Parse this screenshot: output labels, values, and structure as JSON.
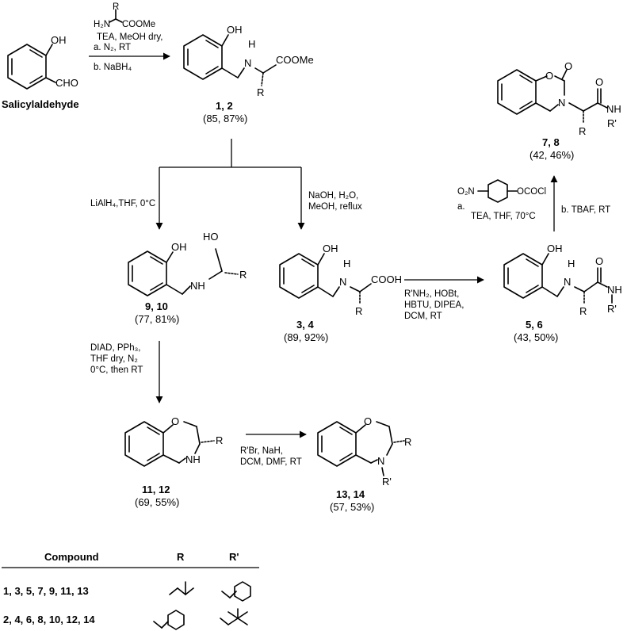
{
  "start": {
    "name": "Salicylaldehyde",
    "oh": "OH",
    "cho": "CHO"
  },
  "step1": {
    "reagent_r": "R",
    "reagent_h2n": "H₂N",
    "reagent_ester": "COOMe",
    "line1": "TEA, MeOH dry,",
    "line2": "a. N₂, RT",
    "line3": "b. NaBH₄"
  },
  "cmpd_1_2": {
    "id": "1, 2",
    "yield": "(85, 87%)",
    "oh": "OH",
    "nh": "H",
    "n": "N",
    "ester": "COOMe",
    "r": "R"
  },
  "step_lialh4": {
    "line1": "LiAlH₄,THF, 0°C"
  },
  "step_naoh": {
    "line1": "NaOH, H₂O,",
    "line2": "MeOH, reflux"
  },
  "cmpd_9_10": {
    "id": "9, 10",
    "yield": "(77, 81%)",
    "oh": "OH",
    "ho": "HO",
    "nh": "NH",
    "r": "R"
  },
  "cmpd_3_4": {
    "id": "3, 4",
    "yield": "(89, 92%)",
    "oh": "OH",
    "nh": "H",
    "n": "N",
    "acid": "COOH",
    "r": "R"
  },
  "step_amide": {
    "line1": "R'NH₂, HOBt,",
    "line2": "HBTU, DIPEA,",
    "line3": "DCM, RT"
  },
  "cmpd_5_6": {
    "id": "5, 6",
    "yield": "(43, 50%)",
    "oh": "OH",
    "nh": "H",
    "n": "N",
    "o": "O",
    "amide_nh": "NH",
    "r": "R",
    "rp": "R'"
  },
  "step_carbamate": {
    "reagent_no2": "O₂N",
    "reagent_ococl": "OCOCl",
    "line_a": "a.",
    "line_a2": "TEA, THF, 70°C",
    "line_b": "b. TBAF, RT"
  },
  "cmpd_7_8": {
    "id": "7, 8",
    "yield": "(42, 46%)",
    "o_ring": "O",
    "o_carbonyl": "O",
    "n": "N",
    "o_amide": "O",
    "nh": "NH",
    "r": "R",
    "rp": "R'"
  },
  "step_mitsunobu": {
    "line1": "DIAD, PPh₃,",
    "line2": "THF dry, N₂",
    "line3": "0°C, then RT"
  },
  "cmpd_11_12": {
    "id": "11, 12",
    "yield": "(69, 55%)",
    "o": "O",
    "nh": "NH",
    "r": "R"
  },
  "step_alkyl": {
    "line1": "R'Br, NaH,",
    "line2": "DCM, DMF, RT"
  },
  "cmpd_13_14": {
    "id": "13, 14",
    "yield": "(57, 53%)",
    "o": "O",
    "n": "N",
    "r": "R",
    "rp": "R'"
  },
  "table": {
    "headers": [
      "Compound",
      "R",
      "R'"
    ],
    "rows": [
      {
        "compound": "1, 3, 5, 7, 9, 11, 13",
        "r_icon": "isobutyl-structure",
        "rp_icon": "benzyl-structure"
      },
      {
        "compound": "2, 4, 6, 8, 10, 12, 14",
        "r_icon": "benzyl-structure",
        "rp_icon": "neopentyl-structure"
      }
    ]
  }
}
